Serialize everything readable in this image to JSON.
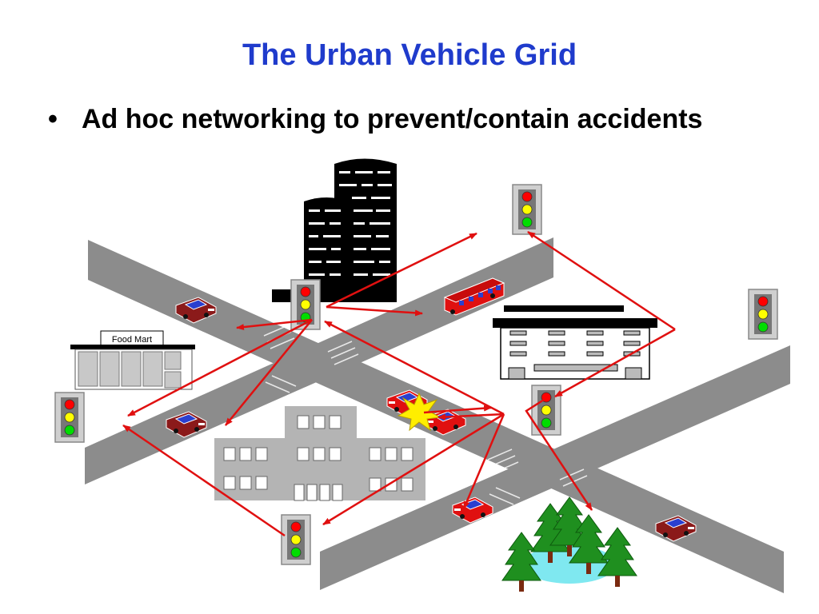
{
  "slide": {
    "title": "The Urban Vehicle Grid",
    "bullet": "Ad hoc networking to prevent/contain accidents",
    "bullet_symbol": "•"
  },
  "scene": {
    "store_sign": "Food Mart",
    "colors": {
      "title": "#1f3bcc",
      "road": "#8c8c8c",
      "link_arrow": "#e01010",
      "signal_red": "#ff0000",
      "signal_yellow": "#ffff00",
      "signal_green": "#00dd00",
      "car_red": "#e01010",
      "car_maroon": "#8b1a1a",
      "car_roof": "#2a3fd0",
      "bus": "#e01010",
      "pond": "#7fe8f0",
      "tree": "#1f8f1f",
      "office_gray": "#b4b4b4"
    },
    "icons": [
      "traffic-light-icon",
      "car-icon",
      "bus-icon",
      "collision-burst-icon",
      "tree-icon",
      "skyscraper-icon"
    ]
  }
}
